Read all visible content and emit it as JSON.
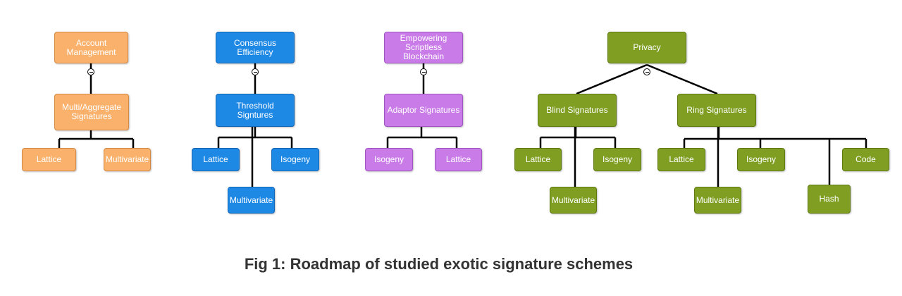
{
  "caption": "Fig 1: Roadmap of studied exotic signature schemes",
  "colors": {
    "orange": "#f9b16b",
    "blue": "#1e88e5",
    "purple": "#c97be8",
    "green": "#7f9e22"
  },
  "trees": {
    "account": {
      "root": "Account\nManagement",
      "scheme": "Multi/Aggregate\nSignatures",
      "leaves": [
        "Lattice",
        "Multivariate"
      ]
    },
    "consensus": {
      "root": "Consensus\nEfficiency",
      "scheme": "Threshold Signtures",
      "leaves": [
        "Lattice",
        "Isogeny",
        "Multivariate"
      ]
    },
    "scriptless": {
      "root": "Empowering\nScriptless\nBlockchain",
      "scheme": "Adaptor Signatures",
      "leaves": [
        "Isogeny",
        "Lattice"
      ]
    },
    "privacy": {
      "root": "Privacy",
      "blind": {
        "label": "Blind Signatures",
        "leaves": [
          "Lattice",
          "Isogeny",
          "Multivariate"
        ]
      },
      "ring": {
        "label": "Ring Signatures",
        "leaves": [
          "Lattice",
          "Isogeny",
          "Code",
          "Multivariate",
          "Hash"
        ]
      }
    }
  }
}
